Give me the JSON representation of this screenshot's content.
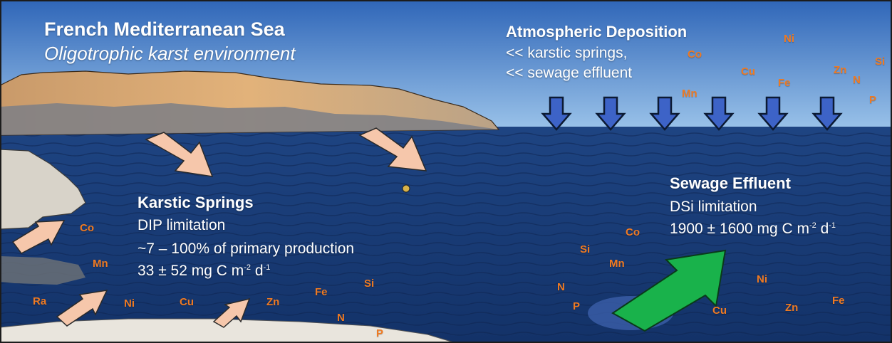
{
  "title": {
    "line1": "French Mediterranean Sea",
    "line2": "Oligotrophic karst environment"
  },
  "atmospheric": {
    "heading": "Atmospheric Deposition",
    "line1": "<< karstic springs,",
    "line2": "<< sewage effluent"
  },
  "karstic": {
    "heading": "Karstic Springs",
    "line1": "DIP limitation",
    "line2": "~7 – 100% of primary production",
    "line3_prefix": "33 ± 52 mg C m",
    "line3_sup1": "-2",
    "line3_mid": " d",
    "line3_sup2": "-1"
  },
  "sewage": {
    "heading": "Sewage Effluent",
    "line1": "DSi limitation",
    "line2_prefix": "1900 ± 1600 mg C m",
    "line2_sup1": "-2",
    "line2_mid": " d",
    "line2_sup2": "-1"
  },
  "elements": {
    "atm": [
      "Ni",
      "Co",
      "Si",
      "Cu",
      "Zn",
      "N",
      "Fe",
      "Mn",
      "P"
    ],
    "karst": [
      "Co",
      "Mn",
      "Ra",
      "Ni",
      "Cu",
      "Zn",
      "Fe",
      "Si",
      "N",
      "P"
    ],
    "sewage": [
      "Co",
      "Si",
      "Mn",
      "N",
      "P",
      "Ni",
      "Cu",
      "Zn",
      "Fe"
    ]
  },
  "colors": {
    "element_label": "#ef7a22",
    "spring_arrow": "#f6c7ab",
    "sewage_arrow": "#19b24b",
    "deposition_arrow": "#3d63c7",
    "sea": "#1a3f7a",
    "sky": "#7fb0e0"
  }
}
